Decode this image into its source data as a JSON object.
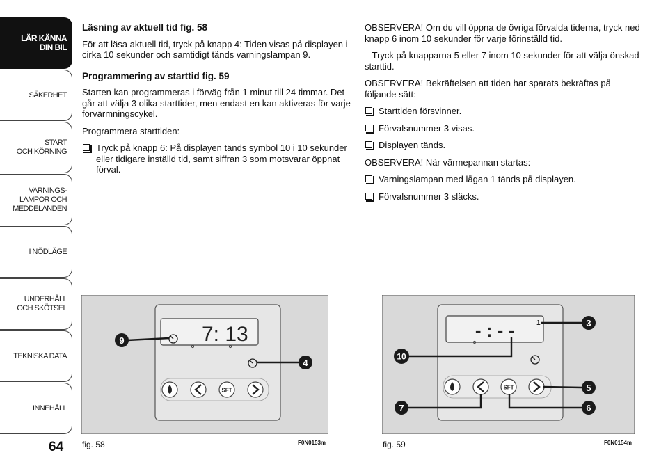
{
  "sidebar": {
    "items": [
      {
        "label": "LÄR KÄNNA\nDIN BIL",
        "active": true
      },
      {
        "label": "SÄKERHET",
        "active": false
      },
      {
        "label": "START\nOCH KÖRNING",
        "active": false
      },
      {
        "label": "VARNINGS-\nLAMPOR OCH\nMEDDELANDEN",
        "active": false
      },
      {
        "label": "I NÖDLÄGE",
        "active": false
      },
      {
        "label": "UNDERHÅLL\nOCH SKÖTSEL",
        "active": false
      },
      {
        "label": "TEKNISKA DATA",
        "active": false
      },
      {
        "label": "INNEHÅLL",
        "active": false
      }
    ],
    "page_number": "64"
  },
  "left_column": {
    "heading1": "Läsning av aktuell tid fig. 58",
    "para1": "För att läsa aktuell tid, tryck på knapp 4: Tiden visas på displayen i cirka 10 sekunder och samtidigt tänds varningslampan 9.",
    "heading2": "Programmering av starttid fig. 59",
    "para2": "Starten kan programmeras i förväg från 1 minut till 24 timmar. Det går att välja 3 olika starttider, men endast en kan aktiveras för varje förvärmningscykel.",
    "para3": "Programmera starttiden:",
    "bullet1": "Tryck på knapp 6: På displayen tänds symbol 10 i 10 sekunder eller tidigare inställd tid, samt siffran 3 som motsvarar öppnat förval."
  },
  "right_column": {
    "para1": "OBSERVERA! Om du vill öppna de övriga förvalda tiderna, tryck ned knapp 6 inom 10 sekunder för varje förinställd tid.",
    "para2": "– Tryck på knapparna 5 eller 7 inom 10 sekunder för att välja önskad starttid.",
    "para3": "OBSERVERA! Bekräftelsen att tiden har sparats bekräftas på följande sätt:",
    "bullets1": [
      "Starttiden försvinner.",
      "Förvalsnummer 3 visas.",
      "Displayen tänds."
    ],
    "para4": "OBSERVERA! När värmepannan startas:",
    "bullets2": [
      "Varningslampan med lågan 1 tänds på displayen.",
      "Förvalsnummer 3 släcks."
    ]
  },
  "fig58": {
    "caption": "fig. 58",
    "code": "F0N0153m",
    "display": "7: 13",
    "callouts": [
      "9",
      "4"
    ],
    "sft_label": "SFT"
  },
  "fig59": {
    "caption": "fig. 59",
    "code": "F0N0154m",
    "display": "- : - -",
    "display_index": "1",
    "callouts": [
      "3",
      "10",
      "5",
      "7",
      "6"
    ],
    "sft_label": "SFT"
  },
  "colors": {
    "figure_bg": "#d9d9d9",
    "panel_bg": "#e6e6e6",
    "callout": "#1a1a1a",
    "sidebar_active": "#111111"
  }
}
